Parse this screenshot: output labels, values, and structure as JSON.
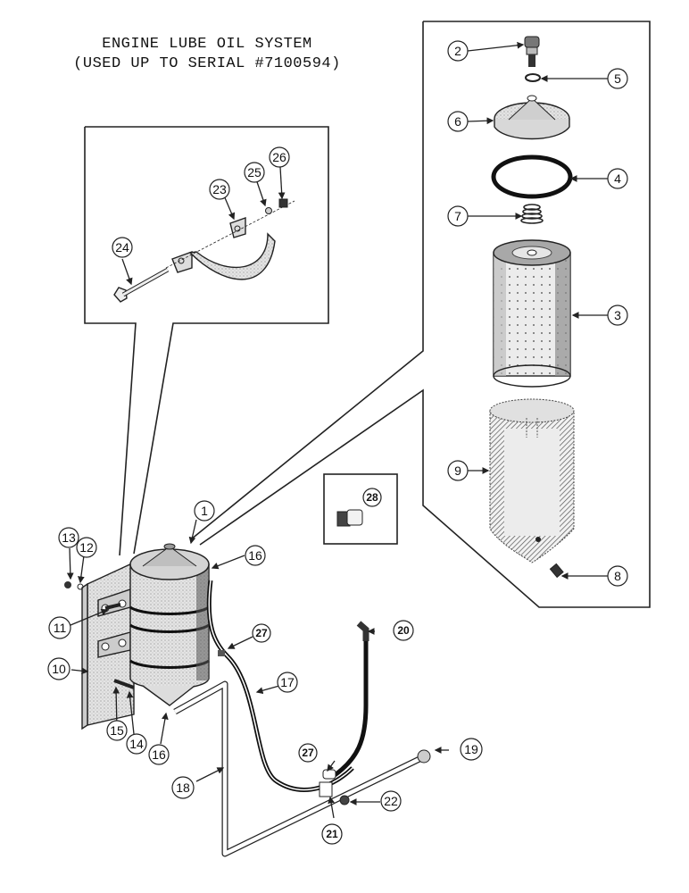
{
  "title": {
    "line1": "ENGINE LUBE OIL SYSTEM",
    "line2": "(USED UP TO SERIAL #7100594)"
  },
  "callouts": [
    {
      "id": "1",
      "part": "oil-filter-assembly"
    },
    {
      "id": "2",
      "part": "cover-bolt"
    },
    {
      "id": "3",
      "part": "filter-element"
    },
    {
      "id": "4",
      "part": "cover-gasket"
    },
    {
      "id": "5",
      "part": "bolt-washer"
    },
    {
      "id": "6",
      "part": "filter-cover"
    },
    {
      "id": "7",
      "part": "element-spring"
    },
    {
      "id": "8",
      "part": "drain-plug"
    },
    {
      "id": "9",
      "part": "filter-shell"
    },
    {
      "id": "10",
      "part": "mounting-bracket"
    },
    {
      "id": "11",
      "part": "bracket-bolt"
    },
    {
      "id": "12",
      "part": "lock-washer"
    },
    {
      "id": "13",
      "part": "nut"
    },
    {
      "id": "14",
      "part": "mounting-bolt"
    },
    {
      "id": "15",
      "part": "lock-washer-lower"
    },
    {
      "id": "16",
      "part": "elbow-fitting"
    },
    {
      "id": "17",
      "part": "oil-hose"
    },
    {
      "id": "18",
      "part": "oil-tube"
    },
    {
      "id": "19",
      "part": "tube-fitting"
    },
    {
      "id": "20",
      "part": "hose-elbow"
    },
    {
      "id": "21",
      "part": "clip"
    },
    {
      "id": "22",
      "part": "clip-nut"
    },
    {
      "id": "23",
      "part": "filter-strap"
    },
    {
      "id": "24",
      "part": "strap-bolt"
    },
    {
      "id": "25",
      "part": "strap-washer"
    },
    {
      "id": "26",
      "part": "strap-nut"
    },
    {
      "id": "27",
      "part": "hose-clamp"
    },
    {
      "id": "28",
      "part": "plug"
    }
  ]
}
